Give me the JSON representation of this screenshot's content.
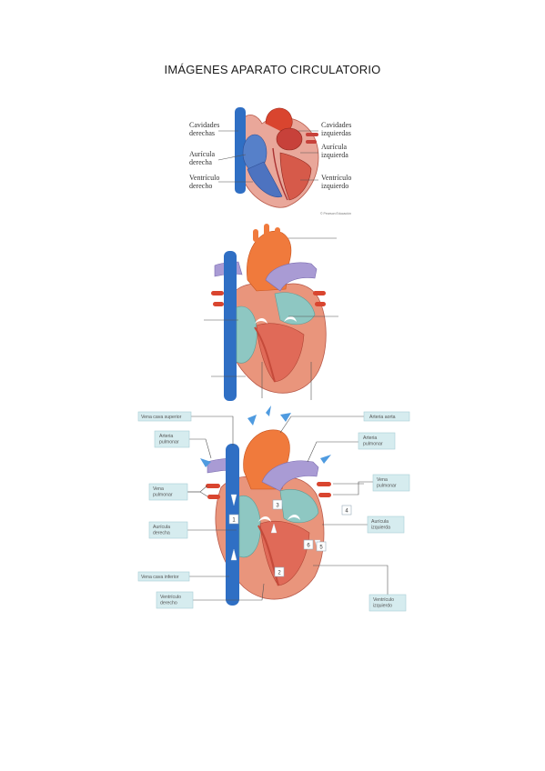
{
  "document": {
    "title": "IMÁGENES APARATO CIRCULATORIO"
  },
  "figure1": {
    "labels": {
      "right_cavities": [
        "Cavidades",
        "derechas"
      ],
      "left_cavities": [
        "Cavidades",
        "izquierdas"
      ],
      "right_atrium": [
        "Aurícula",
        "derecha"
      ],
      "left_atrium": [
        "Aurícula",
        "izquierda"
      ],
      "right_ventricle": [
        "Ventrículo",
        "derecho"
      ],
      "left_ventricle": [
        "Ventrículo",
        "izquierdo"
      ]
    },
    "credit": "© Pearson Educación"
  },
  "figure3": {
    "labels": {
      "superior_vena_cava": [
        "Vena cava superior"
      ],
      "aorta": [
        "Arteria aorta"
      ],
      "pulmonary_artery_left": [
        "Arteria",
        "pulmonar"
      ],
      "pulmonary_artery_right": [
        "Arteria",
        "pulmonar"
      ],
      "pulmonary_veins_left": [
        "Vena",
        "pulmonar"
      ],
      "pulmonary_veins_right": [
        "Vena",
        "pulmonar"
      ],
      "right_atrium": [
        "Aurícula",
        "derecha"
      ],
      "left_atrium": [
        "Aurícula",
        "izquierda"
      ],
      "inferior_vena_cava": [
        "Vena cava inferior"
      ],
      "right_ventricle": [
        "Ventrículo",
        "derecho"
      ],
      "left_ventricle": [
        "Ventrículo",
        "izquierdo"
      ]
    },
    "numbers": [
      "1",
      "2",
      "3",
      "4",
      "5",
      "6"
    ]
  },
  "colors": {
    "artery_red": "#d9452f",
    "aorta_orange": "#f07a3c",
    "vein_blue": "#2f6fc4",
    "pulmonary_purple": "#a99bd4",
    "chamber_teal": "#8ec7c2",
    "muscle_pink": "#e9957c",
    "arrow_blue": "#4f9be0",
    "label_box": "#d6ecef"
  }
}
